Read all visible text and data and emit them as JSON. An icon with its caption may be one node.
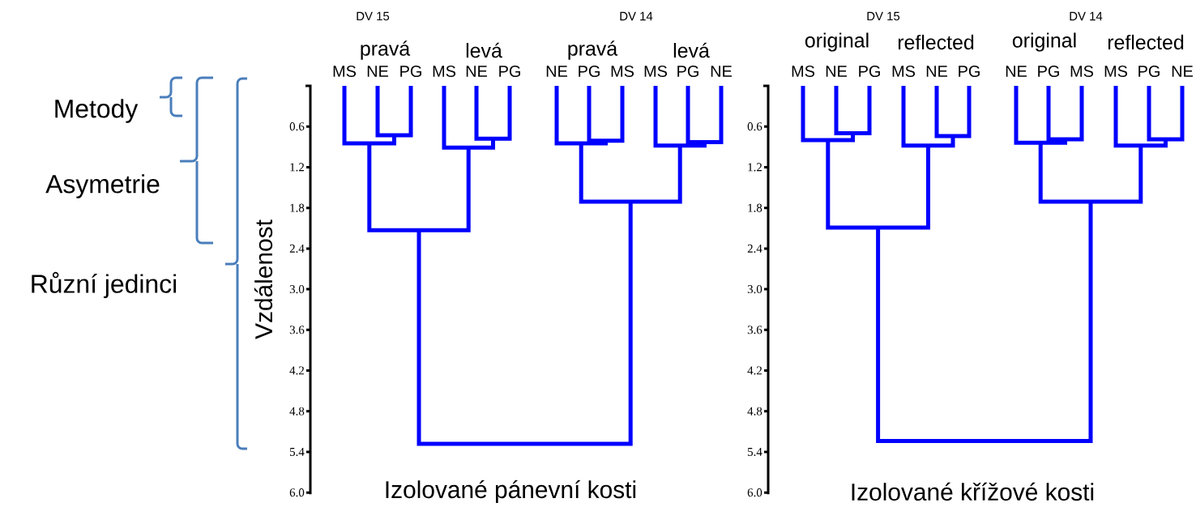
{
  "diagram": {
    "labels": [
      "DV 15",
      "DV 14",
      "DV 15",
      "DV 14",
      "pravá",
      "levá",
      "pravá",
      "levá",
      "original",
      "reflected",
      "original",
      "reflected",
      "MS",
      "NE",
      "PG",
      "MS",
      "NE",
      "PG",
      "NE",
      "PG",
      "MS",
      "MS",
      "PG",
      "NE",
      "MS",
      "NE",
      "PG",
      "MS",
      "NE",
      "PG",
      "NE",
      "PG",
      "MS",
      "MS",
      "PG",
      "NE",
      "Metody",
      "Asymetrie",
      "Různí jedinci",
      "Vzdálenost",
      "0.6",
      "1.2",
      "1.8",
      "2.4",
      "3.0",
      "3.6",
      "4.2",
      "4.8",
      "5.4",
      "6.0",
      "0.6",
      "1.2",
      "1.8",
      "2.4",
      "3.0",
      "3.6",
      "4.2",
      "4.8",
      "5.4",
      "6.0",
      "Izolované pánevní kosti",
      "Izolované křížové kosti"
    ]
  }
}
